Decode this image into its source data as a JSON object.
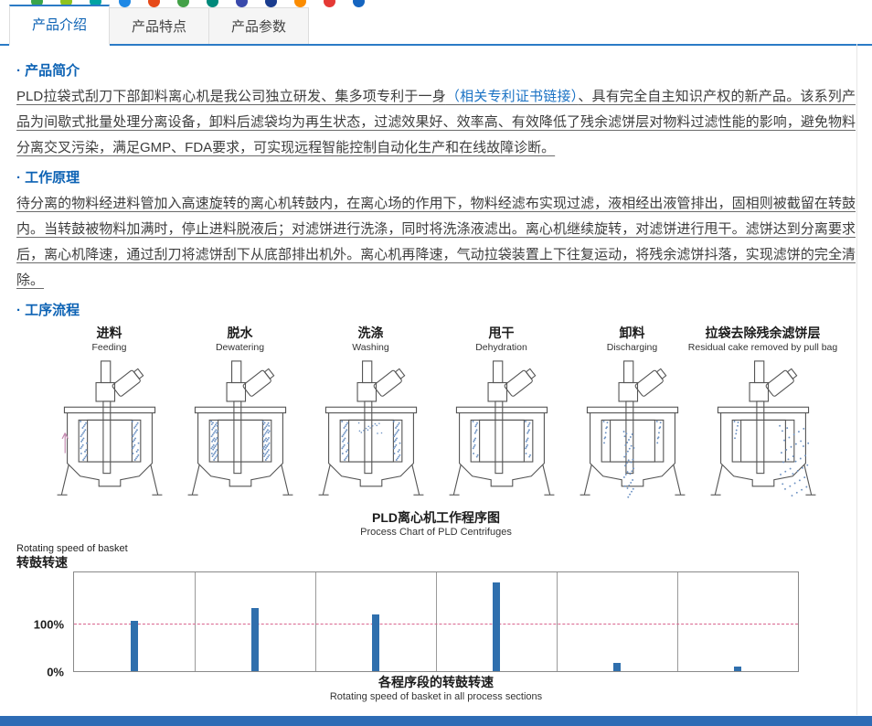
{
  "topbar": {
    "icon_colors": [
      "#3aa54a",
      "#8fc31f",
      "#00a3a3",
      "#1e88e5",
      "#e64a19",
      "#43a047",
      "#00897b",
      "#3949ab",
      "#1a3c8e",
      "#fb8c00",
      "#e53935",
      "#1565c0"
    ]
  },
  "tabs": {
    "items": [
      {
        "label": "产品介绍",
        "active": true
      },
      {
        "label": "产品特点",
        "active": false
      },
      {
        "label": "产品参数",
        "active": false
      }
    ]
  },
  "intro": {
    "heading": "· 产品简介",
    "text_before_link": "PLD拉袋式刮刀下部卸料离心机是我公司独立研发、集多项专利于一身",
    "link_text": "（相关专利证书链接）",
    "text_after_link": "、具有完全自主知识产权的新产品。该系列产品为间歇式批量处理分离设备，卸料后滤袋均为再生状态，过滤效果好、效率高、有效降低了残余滤饼层对物料过滤性能的影响，避免物料分离交叉污染，满足GMP、FDA要求，可实现远程智能控制自动化生产和在线故障诊断。"
  },
  "principle": {
    "heading": "· 工作原理",
    "text": "待分离的物料经进料管加入高速旋转的离心机转鼓内，在离心场的作用下，物料经滤布实现过滤，液相经出液管排出，固相则被截留在转鼓内。当转鼓被物料加满时，停止进料脱液后；对滤饼进行洗涤，同时将洗涤液滤出。离心机继续旋转，对滤饼进行甩干。滤饼达到分离要求后，离心机降速，通过刮刀将滤饼刮下从底部排出机外。离心机再降速，气动拉袋装置上下往复运动，将残余滤饼抖落，实现滤饼的完全清除。"
  },
  "process": {
    "heading": "· 工序流程",
    "title_cn": "PLD离心机工作程序图",
    "title_en": "Process Chart of PLD Centrifuges",
    "stages": [
      {
        "cn": "进料",
        "en": "Feeding"
      },
      {
        "cn": "脱水",
        "en": "Dewatering"
      },
      {
        "cn": "洗涤",
        "en": "Washing"
      },
      {
        "cn": "甩干",
        "en": "Dehydration"
      },
      {
        "cn": "卸料",
        "en": "Discharging"
      },
      {
        "cn": "拉袋去除残余滤饼层",
        "en": "Residual cake removed by pull bag"
      }
    ]
  },
  "chart_data": {
    "type": "bar",
    "title_en": "Rotating speed of basket",
    "title_cn": "转鼓转速",
    "categories": [
      "进料 Feeding",
      "脱水 Dewatering",
      "洗涤 Washing",
      "甩干 Dehydration",
      "卸料 Discharging",
      "拉袋去除残余滤饼层 Residual cake removed by pull bag"
    ],
    "values": [
      107,
      135,
      122,
      190,
      18,
      10
    ],
    "unit": "%",
    "ylim": [
      0,
      210
    ],
    "yticks": [
      {
        "label": "100%",
        "value": 100
      },
      {
        "label": "0%",
        "value": 0
      }
    ],
    "reference_line": {
      "value": 100,
      "color": "#d9648e",
      "style": "dashed"
    },
    "bar_color": "#2f6fad",
    "grid": "section-dividers",
    "legend": "none",
    "caption_cn": "各程序段的转鼓转速",
    "caption_en": "Rotating speed of basket in all process sections"
  },
  "colors": {
    "accent_blue": "#0c62b4",
    "link_blue": "#1a72c4",
    "footer_blue": "#2e6cb5",
    "dot_blue": "#6d92c3"
  }
}
